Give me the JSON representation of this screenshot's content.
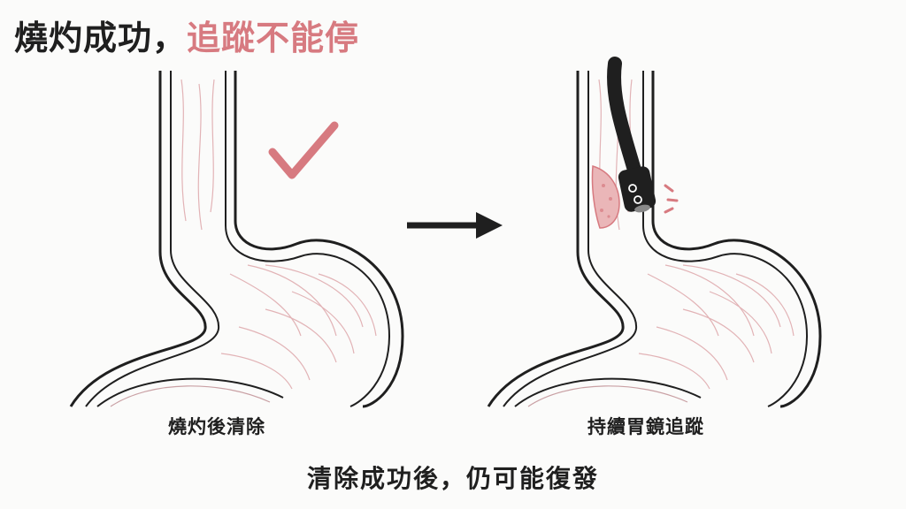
{
  "title": {
    "main": "燒灼成功，",
    "highlight": "追蹤不能停"
  },
  "panels": [
    {
      "caption": "燒灼後清除"
    },
    {
      "caption": "持續胃鏡追蹤"
    }
  ],
  "footer": {
    "note": "清除成功後，仍可能復發"
  },
  "colors": {
    "accent": "#d77a80",
    "ink": "#1f1f1f",
    "tissue_line": "#e2b3b6",
    "background": "#fbfbfa"
  },
  "icons": [
    "check-mark-icon",
    "arrow-right-icon",
    "endoscope-icon",
    "lesion-icon",
    "alert-lines-icon"
  ]
}
